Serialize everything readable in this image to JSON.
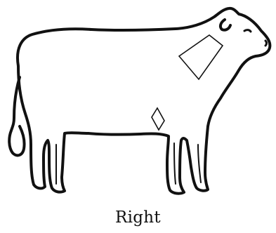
{
  "caption": "Right",
  "colors": {
    "outline": "#111111",
    "fill": "#ffffff"
  },
  "diagram": {
    "subject": "cow-right-side-outline",
    "marked_regions": [
      "neck-region",
      "elbow-region"
    ]
  }
}
